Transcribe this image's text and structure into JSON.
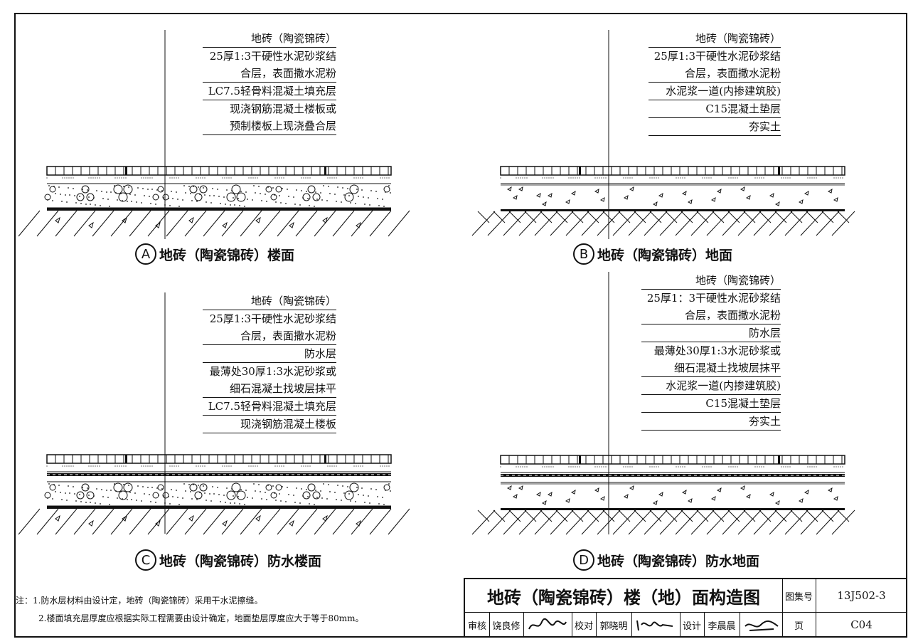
{
  "details": [
    {
      "letter": "A",
      "caption": "地砖（陶瓷锦砖）楼面",
      "layers": [
        "地砖（陶瓷锦砖）",
        "25厚1:3干硬性水泥砂浆结|合层，表面撒水泥粉",
        "LC7.5轻骨料混凝土填充层",
        "现浇钢筋混凝土楼板或|预制楼板上现浇叠合层"
      ]
    },
    {
      "letter": "B",
      "caption": "地砖（陶瓷锦砖）地面",
      "layers": [
        "地砖（陶瓷锦砖）",
        "25厚1:3干硬性水泥砂浆结|合层，表面撒水泥粉",
        "水泥浆一道(内掺建筑胶)",
        "C15混凝土垫层",
        "夯实土"
      ]
    },
    {
      "letter": "C",
      "caption": "地砖（陶瓷锦砖）防水楼面",
      "layers": [
        "地砖（陶瓷锦砖）",
        "25厚1:3干硬性水泥砂浆结|合层，表面撒水泥粉",
        "防水层",
        "最薄处30厚1:3水泥砂浆或|细石混凝土找坡层抹平",
        "LC7.5轻骨料混凝土填充层",
        "现浇钢筋混凝土楼板"
      ]
    },
    {
      "letter": "D",
      "caption": "地砖（陶瓷锦砖）防水地面",
      "layers": [
        "地砖（陶瓷锦砖）",
        "25厚1：3干硬性水泥砂浆结|合层，表面撒水泥粉",
        "防水层",
        "最薄处30厚1:3水泥砂浆或|细石混凝土找坡层抹平",
        "水泥浆一道(内掺建筑胶)",
        "C15混凝土垫层",
        "夯实土"
      ]
    }
  ],
  "notes": {
    "line1": "注：1.防水层材料由设计定，地砖（陶瓷锦砖）采用干水泥擦缝。",
    "line2": "2.楼面填充层厚度应根据实际工程需要由设计确定，地面垫层厚度应大于等于80mm。"
  },
  "title_block": {
    "title": "地砖（陶瓷锦砖）楼（地）面构造图",
    "atlas_label": "图集号",
    "atlas_no": "13J502-3",
    "review_label": "审核",
    "reviewer": "饶良修",
    "check_label": "校对",
    "checker": "郭晓明",
    "design_label": "设计",
    "designer": "李晨晨",
    "page_label": "页",
    "page_no": "C04"
  }
}
